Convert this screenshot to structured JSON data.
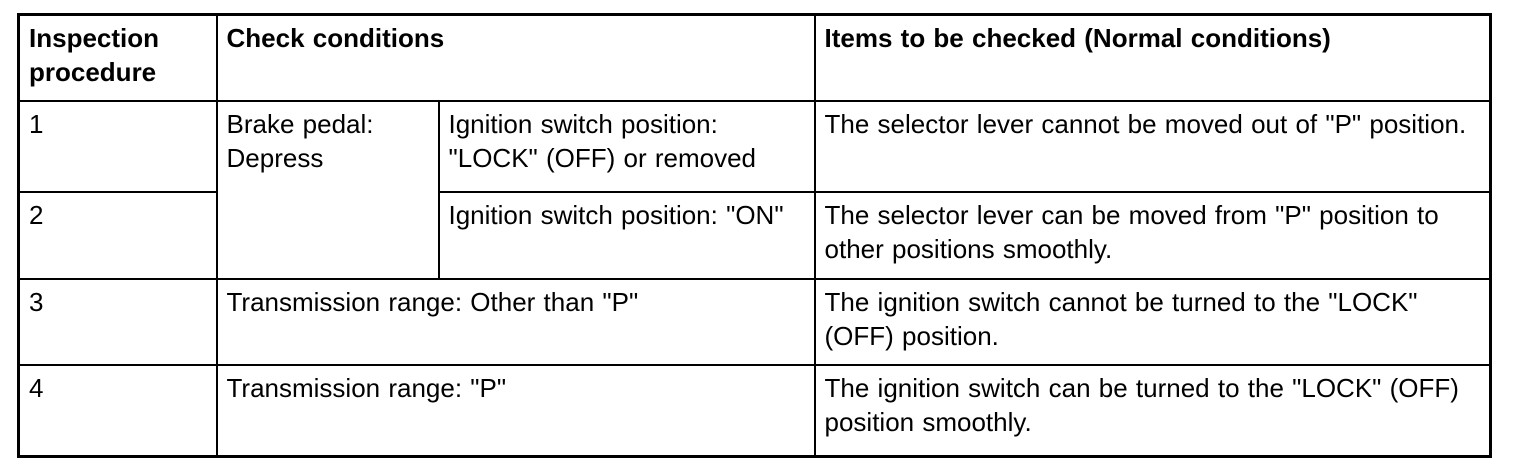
{
  "table": {
    "headers": {
      "inspection_procedure": "Inspection procedure",
      "check_conditions": "Check conditions",
      "items_to_be_checked": "Items to be checked (Normal conditions)"
    },
    "rows": [
      {
        "procedure": "1",
        "condition_main": "Brake pedal: Depress",
        "condition_sub": "Ignition switch position: \"LOCK\" (OFF) or removed",
        "item": "The selector lever cannot be moved out of \"P\" position."
      },
      {
        "procedure": "2",
        "condition_sub": "Ignition switch position: \"ON\"",
        "item": "The selector lever can be moved from \"P\" position to other positions smoothly."
      },
      {
        "procedure": "3",
        "condition_full": "Transmission range: Other than \"P\"",
        "item": "The ignition switch cannot be turned to the \"LOCK\" (OFF) position."
      },
      {
        "procedure": "4",
        "condition_full": "Transmission range: \"P\"",
        "item": "The ignition switch can be turned to the \"LOCK\" (OFF) position smoothly."
      }
    ]
  },
  "colors": {
    "border": "#000000",
    "text": "#000000",
    "background": "#ffffff"
  }
}
